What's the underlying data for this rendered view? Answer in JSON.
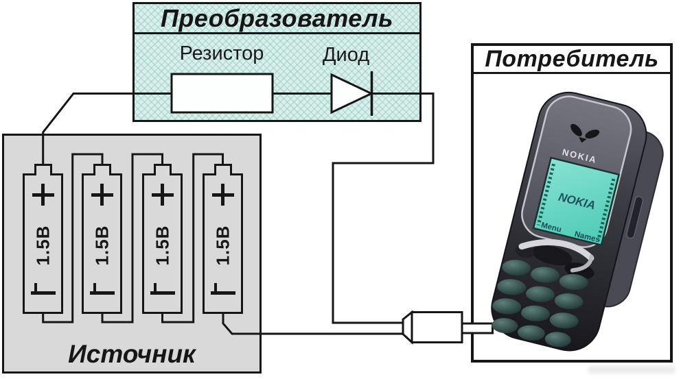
{
  "converter": {
    "title": "Преобразователь",
    "resistor_label": "Резистор",
    "diode_label": "Диод"
  },
  "source": {
    "title": "Источник",
    "batteries": [
      {
        "voltage": "1.5В",
        "positive": "+",
        "negative": "−"
      },
      {
        "voltage": "1.5В",
        "positive": "+",
        "negative": "−"
      },
      {
        "voltage": "1.5В",
        "positive": "+",
        "negative": "−"
      },
      {
        "voltage": "1.5В",
        "positive": "+",
        "negative": "−"
      }
    ]
  },
  "consumer": {
    "title": "Потребитель",
    "phone": {
      "face_logo": "NOKIA",
      "screen_logo": "NOKIA",
      "softkey_left": "Menu",
      "softkey_right": "Names"
    }
  },
  "colors": {
    "line": "#161616",
    "converter_fill": "#d9efeb",
    "converter_hatch": "#94c6be",
    "source_fill": "#d9d9d9",
    "consumer_fill": "#ffffff",
    "phone_body_dark": "#17171c",
    "phone_face_gray": "#60606a",
    "screen_teal": "#63d5c3",
    "chrome": "#d6d6dc"
  }
}
